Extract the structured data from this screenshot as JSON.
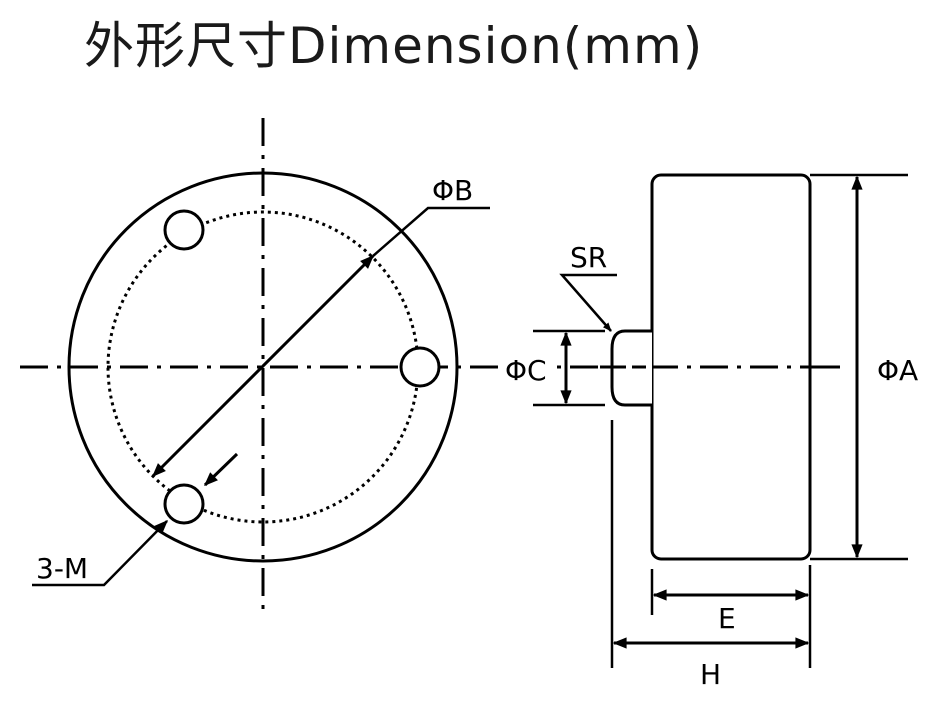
{
  "title": "外形尺寸Dimension(mm)",
  "labels": {
    "phi_b": "ΦB",
    "sr": "SR",
    "phi_c": "ΦC",
    "phi_a": "ΦA",
    "three_m": "3-M",
    "e": "E",
    "h": "H"
  }
}
